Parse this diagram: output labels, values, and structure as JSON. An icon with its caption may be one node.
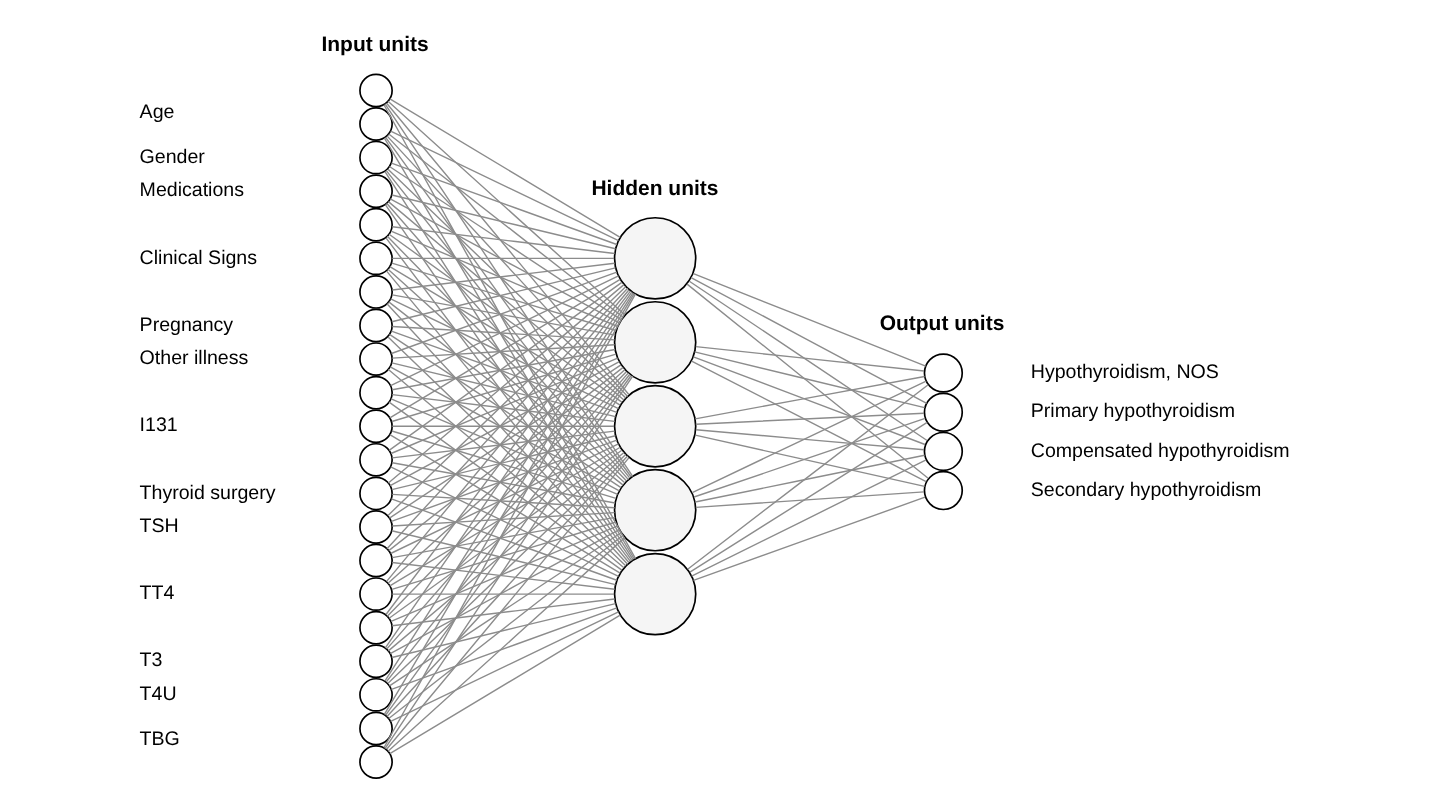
{
  "diagram": {
    "nodes": [
      {
        "text": [],
        "shape": "circle"
      },
      {
        "text": [],
        "shape": "circle"
      },
      {
        "text": [],
        "shape": "circle"
      },
      {
        "text": [],
        "shape": "circle"
      },
      {
        "text": [],
        "shape": "circle"
      },
      {
        "text": [],
        "shape": "circle"
      },
      {
        "text": [],
        "shape": "circle"
      },
      {
        "text": [],
        "shape": "circle"
      },
      {
        "text": [],
        "shape": "circle"
      },
      {
        "text": [],
        "shape": "circle"
      },
      {
        "text": [],
        "shape": "circle"
      },
      {
        "text": [],
        "shape": "circle"
      },
      {
        "text": [],
        "shape": "circle"
      },
      {
        "text": [],
        "shape": "circle"
      },
      {
        "text": [],
        "shape": "circle"
      },
      {
        "text": [],
        "shape": "circle"
      },
      {
        "text": [],
        "shape": "circle"
      },
      {
        "text": [],
        "shape": "circle"
      },
      {
        "text": [],
        "shape": "circle"
      },
      {
        "text": [],
        "shape": "circle"
      },
      {
        "text": [],
        "shape": "circle"
      },
      {
        "text": [],
        "shape": "circle"
      },
      {
        "text": [],
        "shape": "circle"
      },
      {
        "text": [],
        "shape": "circle"
      },
      {
        "text": [],
        "shape": "circle"
      },
      {
        "text": [],
        "shape": "circle"
      },
      {
        "text": [],
        "shape": "circle",
        "beside": [
          "Hypothyroidism, NOS"
        ]
      },
      {
        "text": [],
        "shape": "circle",
        "beside": [
          "Primary hypothyroidism"
        ]
      },
      {
        "text": [],
        "shape": "circle",
        "beside": [
          "Compensated hypothyroidism"
        ]
      },
      {
        "text": [],
        "shape": "circle",
        "beside": [
          "Secondary hypothyroidism"
        ]
      }
    ],
    "edges": [
      {
        "from": 0,
        "to": 21,
        "arrow": "none"
      },
      {
        "from": 0,
        "to": 22,
        "arrow": "none"
      },
      {
        "from": 0,
        "to": 23,
        "arrow": "none"
      },
      {
        "from": 0,
        "to": 24,
        "arrow": "none"
      },
      {
        "from": 0,
        "to": 25,
        "arrow": "none"
      },
      {
        "from": 1,
        "to": 21,
        "arrow": "none"
      },
      {
        "from": 1,
        "to": 22,
        "arrow": "none"
      },
      {
        "from": 1,
        "to": 23,
        "arrow": "none"
      },
      {
        "from": 1,
        "to": 24,
        "arrow": "none"
      },
      {
        "from": 1,
        "to": 25,
        "arrow": "none"
      },
      {
        "from": 2,
        "to": 21,
        "arrow": "none"
      },
      {
        "from": 2,
        "to": 22,
        "arrow": "none"
      },
      {
        "from": 2,
        "to": 23,
        "arrow": "none"
      },
      {
        "from": 2,
        "to": 24,
        "arrow": "none"
      },
      {
        "from": 2,
        "to": 25,
        "arrow": "none"
      },
      {
        "from": 3,
        "to": 21,
        "arrow": "none"
      },
      {
        "from": 3,
        "to": 22,
        "arrow": "none"
      },
      {
        "from": 3,
        "to": 23,
        "arrow": "none"
      },
      {
        "from": 3,
        "to": 24,
        "arrow": "none"
      },
      {
        "from": 3,
        "to": 25,
        "arrow": "none"
      },
      {
        "from": 4,
        "to": 21,
        "arrow": "none"
      },
      {
        "from": 4,
        "to": 22,
        "arrow": "none"
      },
      {
        "from": 4,
        "to": 23,
        "arrow": "none"
      },
      {
        "from": 4,
        "to": 24,
        "arrow": "none"
      },
      {
        "from": 4,
        "to": 25,
        "arrow": "none"
      },
      {
        "from": 5,
        "to": 21,
        "arrow": "none"
      },
      {
        "from": 5,
        "to": 22,
        "arrow": "none"
      },
      {
        "from": 5,
        "to": 23,
        "arrow": "none"
      },
      {
        "from": 5,
        "to": 24,
        "arrow": "none"
      },
      {
        "from": 5,
        "to": 25,
        "arrow": "none"
      },
      {
        "from": 6,
        "to": 21,
        "arrow": "none"
      },
      {
        "from": 6,
        "to": 22,
        "arrow": "none"
      },
      {
        "from": 6,
        "to": 23,
        "arrow": "none"
      },
      {
        "from": 6,
        "to": 24,
        "arrow": "none"
      },
      {
        "from": 6,
        "to": 25,
        "arrow": "none"
      },
      {
        "from": 7,
        "to": 21,
        "arrow": "none"
      },
      {
        "from": 7,
        "to": 22,
        "arrow": "none"
      },
      {
        "from": 7,
        "to": 23,
        "arrow": "none"
      },
      {
        "from": 7,
        "to": 24,
        "arrow": "none"
      },
      {
        "from": 7,
        "to": 25,
        "arrow": "none"
      },
      {
        "from": 8,
        "to": 21,
        "arrow": "none"
      },
      {
        "from": 8,
        "to": 22,
        "arrow": "none"
      },
      {
        "from": 8,
        "to": 23,
        "arrow": "none"
      },
      {
        "from": 8,
        "to": 24,
        "arrow": "none"
      },
      {
        "from": 8,
        "to": 25,
        "arrow": "none"
      },
      {
        "from": 9,
        "to": 21,
        "arrow": "none"
      },
      {
        "from": 9,
        "to": 22,
        "arrow": "none"
      },
      {
        "from": 9,
        "to": 23,
        "arrow": "none"
      },
      {
        "from": 9,
        "to": 24,
        "arrow": "none"
      },
      {
        "from": 9,
        "to": 25,
        "arrow": "none"
      },
      {
        "from": 10,
        "to": 21,
        "arrow": "none"
      },
      {
        "from": 10,
        "to": 22,
        "arrow": "none"
      },
      {
        "from": 10,
        "to": 23,
        "arrow": "none"
      },
      {
        "from": 10,
        "to": 24,
        "arrow": "none"
      },
      {
        "from": 10,
        "to": 25,
        "arrow": "none"
      },
      {
        "from": 11,
        "to": 21,
        "arrow": "none"
      },
      {
        "from": 11,
        "to": 22,
        "arrow": "none"
      },
      {
        "from": 11,
        "to": 23,
        "arrow": "none"
      },
      {
        "from": 11,
        "to": 24,
        "arrow": "none"
      },
      {
        "from": 11,
        "to": 25,
        "arrow": "none"
      },
      {
        "from": 12,
        "to": 21,
        "arrow": "none"
      },
      {
        "from": 12,
        "to": 22,
        "arrow": "none"
      },
      {
        "from": 12,
        "to": 23,
        "arrow": "none"
      },
      {
        "from": 12,
        "to": 24,
        "arrow": "none"
      },
      {
        "from": 12,
        "to": 25,
        "arrow": "none"
      },
      {
        "from": 13,
        "to": 21,
        "arrow": "none"
      },
      {
        "from": 13,
        "to": 22,
        "arrow": "none"
      },
      {
        "from": 13,
        "to": 23,
        "arrow": "none"
      },
      {
        "from": 13,
        "to": 24,
        "arrow": "none"
      },
      {
        "from": 13,
        "to": 25,
        "arrow": "none"
      },
      {
        "from": 14,
        "to": 21,
        "arrow": "none"
      },
      {
        "from": 14,
        "to": 22,
        "arrow": "none"
      },
      {
        "from": 14,
        "to": 23,
        "arrow": "none"
      },
      {
        "from": 14,
        "to": 24,
        "arrow": "none"
      },
      {
        "from": 14,
        "to": 25,
        "arrow": "none"
      },
      {
        "from": 15,
        "to": 21,
        "arrow": "none"
      },
      {
        "from": 15,
        "to": 22,
        "arrow": "none"
      },
      {
        "from": 15,
        "to": 23,
        "arrow": "none"
      },
      {
        "from": 15,
        "to": 24,
        "arrow": "none"
      },
      {
        "from": 15,
        "to": 25,
        "arrow": "none"
      },
      {
        "from": 16,
        "to": 21,
        "arrow": "none"
      },
      {
        "from": 16,
        "to": 22,
        "arrow": "none"
      },
      {
        "from": 16,
        "to": 23,
        "arrow": "none"
      },
      {
        "from": 16,
        "to": 24,
        "arrow": "none"
      },
      {
        "from": 16,
        "to": 25,
        "arrow": "none"
      },
      {
        "from": 17,
        "to": 21,
        "arrow": "none"
      },
      {
        "from": 17,
        "to": 22,
        "arrow": "none"
      },
      {
        "from": 17,
        "to": 23,
        "arrow": "none"
      },
      {
        "from": 17,
        "to": 24,
        "arrow": "none"
      },
      {
        "from": 17,
        "to": 25,
        "arrow": "none"
      },
      {
        "from": 18,
        "to": 21,
        "arrow": "none"
      },
      {
        "from": 18,
        "to": 22,
        "arrow": "none"
      },
      {
        "from": 18,
        "to": 23,
        "arrow": "none"
      },
      {
        "from": 18,
        "to": 24,
        "arrow": "none"
      },
      {
        "from": 18,
        "to": 25,
        "arrow": "none"
      },
      {
        "from": 19,
        "to": 21,
        "arrow": "none"
      },
      {
        "from": 19,
        "to": 22,
        "arrow": "none"
      },
      {
        "from": 19,
        "to": 23,
        "arrow": "none"
      },
      {
        "from": 19,
        "to": 24,
        "arrow": "none"
      },
      {
        "from": 19,
        "to": 25,
        "arrow": "none"
      },
      {
        "from": 20,
        "to": 21,
        "arrow": "none"
      },
      {
        "from": 20,
        "to": 22,
        "arrow": "none"
      },
      {
        "from": 20,
        "to": 23,
        "arrow": "none"
      },
      {
        "from": 20,
        "to": 24,
        "arrow": "none"
      },
      {
        "from": 20,
        "to": 25,
        "arrow": "none"
      },
      {
        "from": 21,
        "to": 26,
        "arrow": "none"
      },
      {
        "from": 21,
        "to": 27,
        "arrow": "none"
      },
      {
        "from": 21,
        "to": 28,
        "arrow": "none"
      },
      {
        "from": 21,
        "to": 29,
        "arrow": "none"
      },
      {
        "from": 22,
        "to": 26,
        "arrow": "none"
      },
      {
        "from": 22,
        "to": 27,
        "arrow": "none"
      },
      {
        "from": 22,
        "to": 28,
        "arrow": "none"
      },
      {
        "from": 22,
        "to": 29,
        "arrow": "none"
      },
      {
        "from": 23,
        "to": 26,
        "arrow": "none"
      },
      {
        "from": 23,
        "to": 27,
        "arrow": "none"
      },
      {
        "from": 23,
        "to": 28,
        "arrow": "none"
      },
      {
        "from": 23,
        "to": 29,
        "arrow": "none"
      },
      {
        "from": 24,
        "to": 26,
        "arrow": "none"
      },
      {
        "from": 24,
        "to": 27,
        "arrow": "none"
      },
      {
        "from": 24,
        "to": 28,
        "arrow": "none"
      },
      {
        "from": 24,
        "to": 29,
        "arrow": "none"
      },
      {
        "from": 25,
        "to": 26,
        "arrow": "none"
      },
      {
        "from": 25,
        "to": 27,
        "arrow": "none"
      },
      {
        "from": 25,
        "to": 28,
        "arrow": "none"
      },
      {
        "from": 25,
        "to": 29,
        "arrow": "none"
      }
    ],
    "labels": [
      "Input units",
      "Hidden units",
      "Output units",
      "Age",
      "Gender",
      "Medications",
      "Clinical Signs",
      "Pregnancy",
      "Other illness",
      "I131",
      "Thyroid surgery",
      "TSH",
      "TT4",
      "T3",
      "T4U",
      "TBG"
    ]
  }
}
